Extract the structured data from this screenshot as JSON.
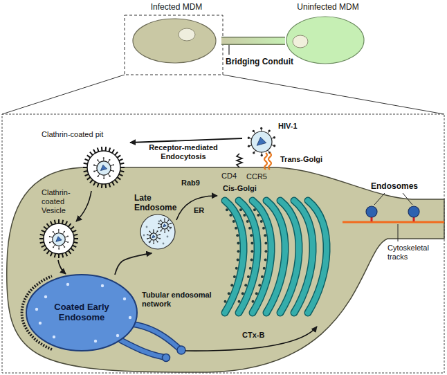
{
  "diagram": {
    "nodes": [
      {
        "text": [
          "Infected MDM"
        ]
      },
      {
        "text": [
          "Uninfected MDM"
        ]
      },
      {
        "text": [
          "Late Endosome"
        ]
      },
      {
        "text": [
          "Coated Early Endosome"
        ]
      }
    ],
    "edges": [
      {
        "from": 0,
        "to": 1,
        "arrow": "none"
      },
      {
        "from": 3,
        "to": 2,
        "arrow": "to"
      }
    ],
    "labels": [
      "Bridging Conduit",
      "Clathrin-coated pit",
      "Receptor-mediated Endocytosis",
      "HIV-1",
      "CD4",
      "CCR5",
      "Clathrin-coated Vesicle",
      "Rab9",
      "Cis-Golgi",
      "Trans-Golgi",
      "ER",
      "Endosomes",
      "Cytoskeletal tracks",
      "Tubular endosomal network",
      "CTx-B"
    ]
  }
}
